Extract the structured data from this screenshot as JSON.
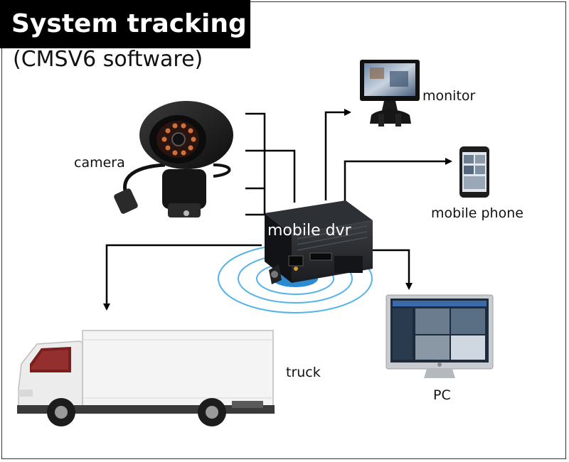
{
  "header": {
    "title": "System tracking",
    "subtitle": "(CMSV6 software)"
  },
  "devices": {
    "camera": "camera",
    "monitor": "monitor",
    "mobile_phone": "mobile phone",
    "mobile_dvr": "mobile dvr",
    "truck": "truck",
    "pc": "PC"
  },
  "colors": {
    "title_bg": "#000000",
    "line": "#000000",
    "signal_ring": "#37a8e6",
    "dvr_body": "#1b1d20"
  },
  "icons": [
    "camera-icon",
    "monitor-icon",
    "mobile-phone-icon",
    "dvr-icon",
    "truck-icon",
    "pc-icon"
  ]
}
